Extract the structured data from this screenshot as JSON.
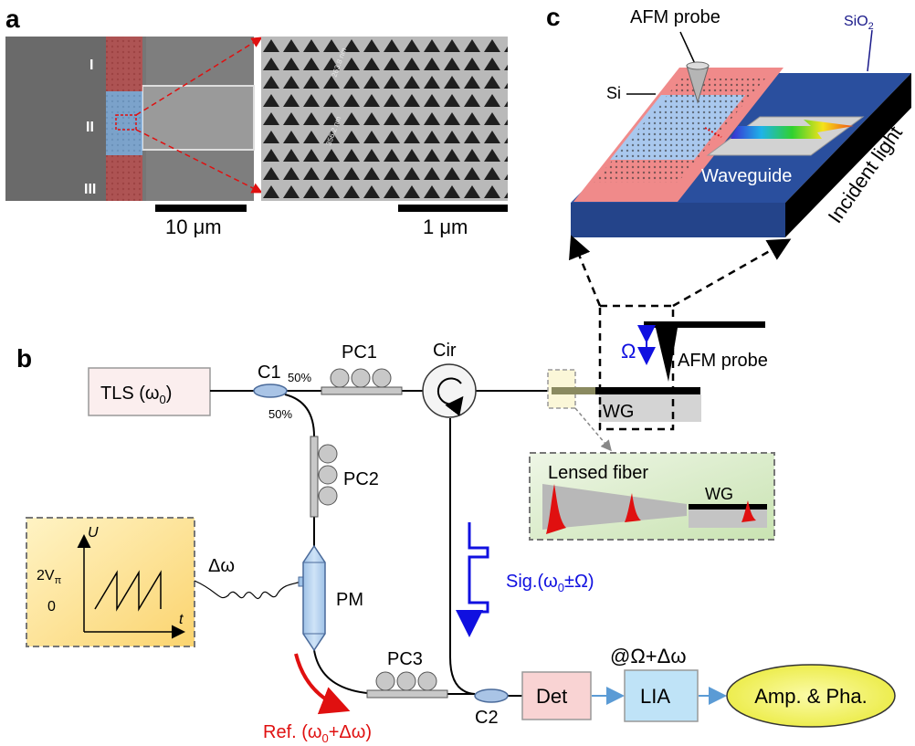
{
  "panels": {
    "a": {
      "label": "a",
      "regions": [
        "I",
        "II",
        "III"
      ],
      "scalebar_left": "10 μm",
      "scalebar_right": "1 μm",
      "sem_annotations": [
        "263.8 nm",
        "356.2 nm"
      ]
    },
    "b": {
      "label": "b",
      "tls": "TLS (ω",
      "tls_sub": "0",
      "tls_end": ")",
      "c1": "C1",
      "split_top": "50%",
      "split_bottom": "50%",
      "pc1": "PC1",
      "pc2": "PC2",
      "pc3": "PC3",
      "cir": "Cir",
      "pm": "PM",
      "c2": "C2",
      "det": "Det",
      "lia": "LIA",
      "lia_freq": "@Ω+Δω",
      "output": "Amp. & Pha.",
      "delta_omega": "Δω",
      "ref_prefix": "Ref. (ω",
      "ref_sub": "0",
      "ref_suffix": "+Δω)",
      "sig_prefix": "Sig.(ω",
      "sig_sub": "0",
      "sig_suffix": "±Ω)",
      "ramp_axis_y": "U",
      "ramp_axis_x": "t",
      "ramp_tick_top": "2V",
      "ramp_tick_top_sub": "π",
      "ramp_tick_zero": "0",
      "omega": "Ω",
      "afm_probe": "AFM probe",
      "wg": "WG",
      "inset_title": "Lensed fiber",
      "inset_wg": "WG"
    },
    "c": {
      "label": "c",
      "afm_probe": "AFM probe",
      "sio2": "SiO",
      "sio2_sub": "2",
      "si": "Si",
      "waveguide": "Waveguide",
      "incident": "Incident light"
    }
  },
  "colors": {
    "signal_blue": "#1010e0",
    "ref_red": "#e01010",
    "substrate_blue": "#2a4f9e",
    "pc_gray": "#c8c8c8",
    "ramp_box": "#fde9a8",
    "inset_box": "#d9ecc6",
    "output_ellipse": "#f6f56e",
    "det_box": "#f9d3d3",
    "lia_box": "#bfe3f7"
  }
}
